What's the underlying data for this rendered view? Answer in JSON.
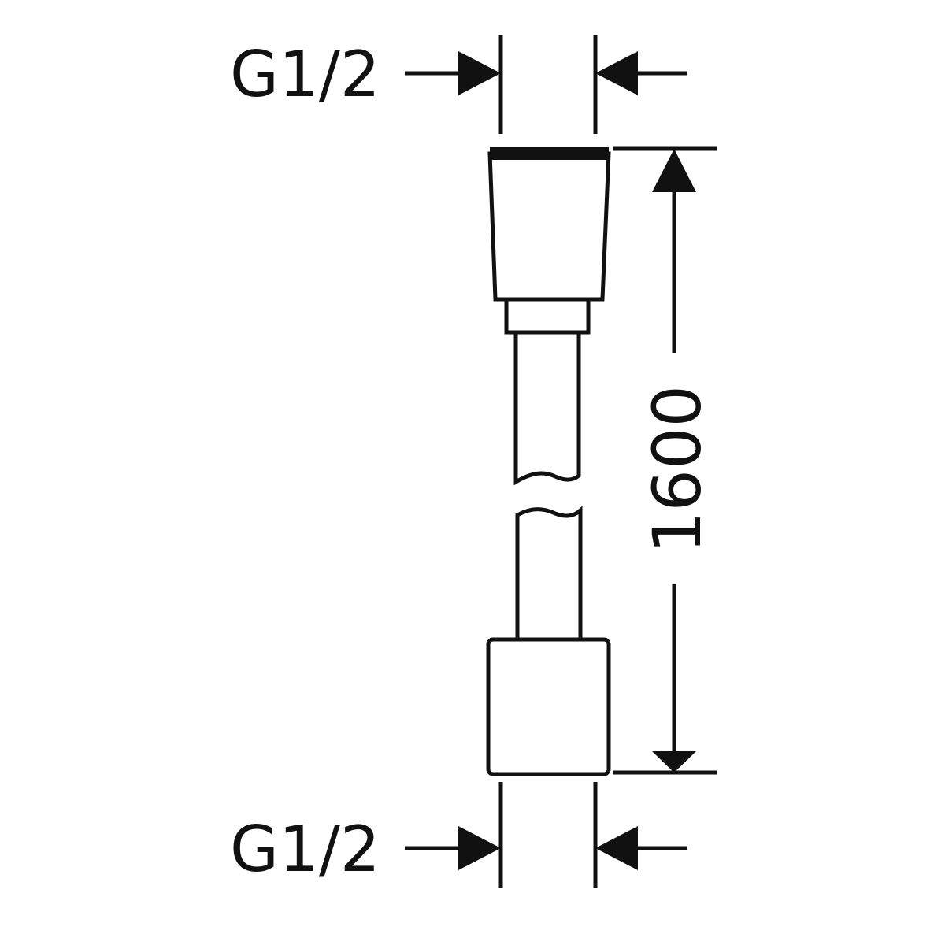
{
  "thread_top": "G1/2",
  "thread_bottom": "G1/2",
  "length": "1600",
  "colors": {
    "line": "#111111",
    "background": "#ffffff"
  }
}
